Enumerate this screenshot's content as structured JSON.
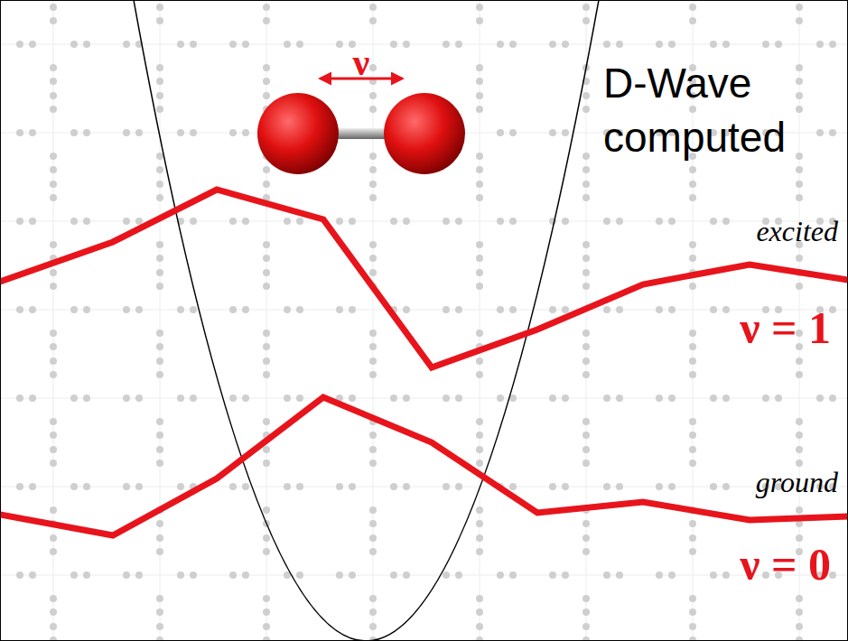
{
  "diagram": {
    "labels": [
      "ν",
      "D-Wave computed",
      "excited",
      "ν = 1",
      "ground",
      "ν = 0"
    ]
  }
}
